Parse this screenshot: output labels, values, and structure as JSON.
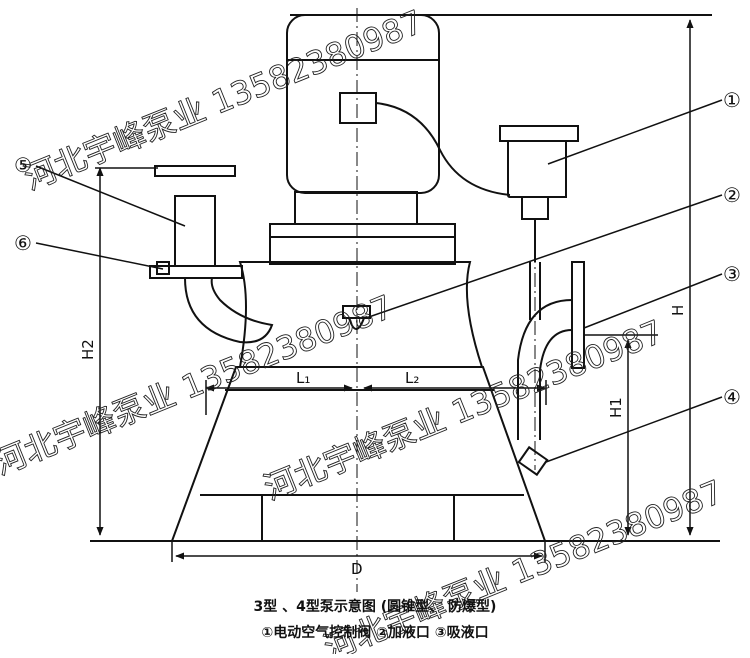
{
  "diagram": {
    "labels": {
      "H": "H",
      "H1": "H1",
      "H2": "H2",
      "L1": "L₁",
      "L2": "L₂",
      "D": "D"
    },
    "callouts": [
      "①",
      "②",
      "③",
      "④",
      "⑤",
      "⑥"
    ],
    "watermark": "河北宇峰泵业 13582380987",
    "caption_title": "3型 、4型泵示意图 (圆锥型、 防爆型)",
    "caption_legend": "①电动空气控制阀   ②加液口   ③吸液口"
  }
}
